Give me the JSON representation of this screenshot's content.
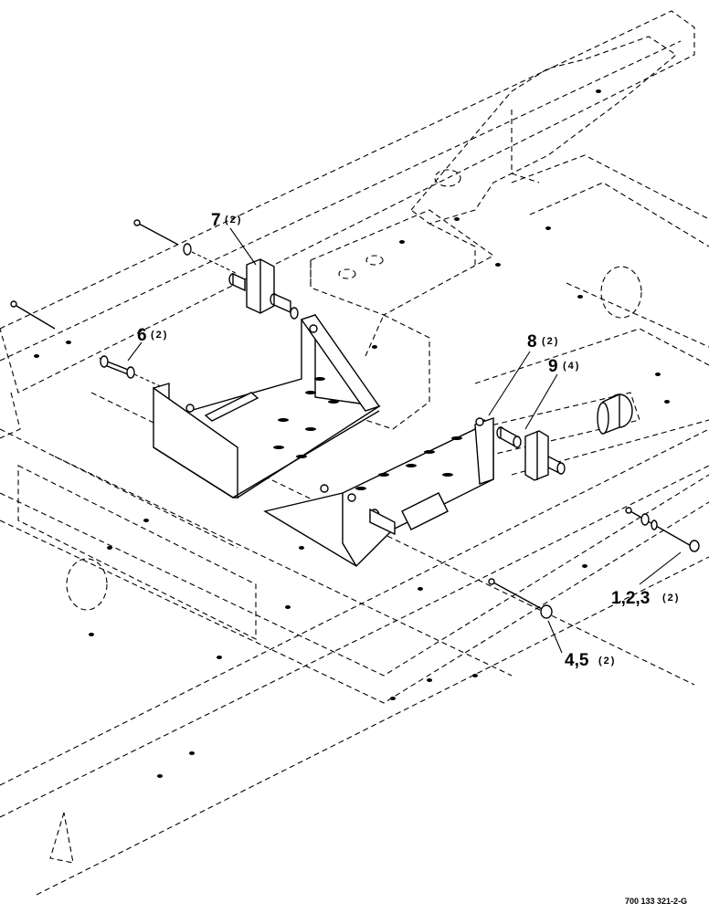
{
  "callouts": {
    "c1": {
      "num": "7",
      "qty": "(2)"
    },
    "c2": {
      "num": "6",
      "qty": "(2)"
    },
    "c3": {
      "num": "8",
      "qty": "(2)"
    },
    "c4": {
      "num": "9",
      "qty": "(4)"
    },
    "c5": {
      "num": "1,2,3",
      "qty": "(2)"
    },
    "c6": {
      "num": "4,5",
      "qty": "(2)"
    }
  },
  "drawing_number": "700 133 321-2-G"
}
